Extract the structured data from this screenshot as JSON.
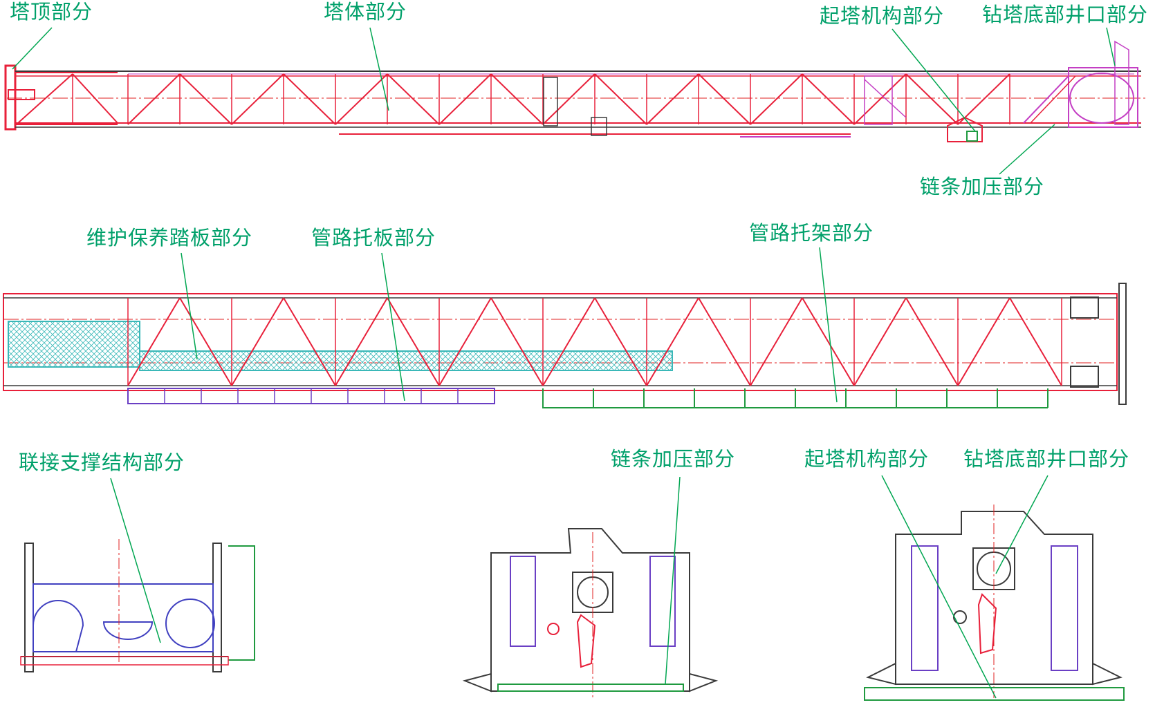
{
  "diagram": {
    "labels": {
      "tower_top": "塔顶部分",
      "tower_body": "塔体部分",
      "raising_mechanism_top": "起塔机构部分",
      "base_wellhead_top": "钻塔底部井口部分",
      "chain_pressure_top": "链条加压部分",
      "maintenance_platform": "维护保养踏板部分",
      "pipe_tray_plate": "管路托板部分",
      "pipe_bracket": "管路托架部分",
      "connection_support": "联接支撑结构部分",
      "chain_pressure_bottom": "链条加压部分",
      "raising_mechanism_bottom": "起塔机构部分",
      "base_wellhead_bottom": "钻塔底部井口部分"
    },
    "colors": {
      "label": "#00a06a",
      "leader": "#00a651",
      "frame_red": "#e8203a",
      "frame_dark": "#3a3a3a",
      "frame_magenta": "#c43fc4",
      "frame_purple": "#6a3fc4",
      "frame_green": "#1f9a3f",
      "mesh_cyan": "#3ab8b8",
      "centerline": "#e02020"
    }
  }
}
